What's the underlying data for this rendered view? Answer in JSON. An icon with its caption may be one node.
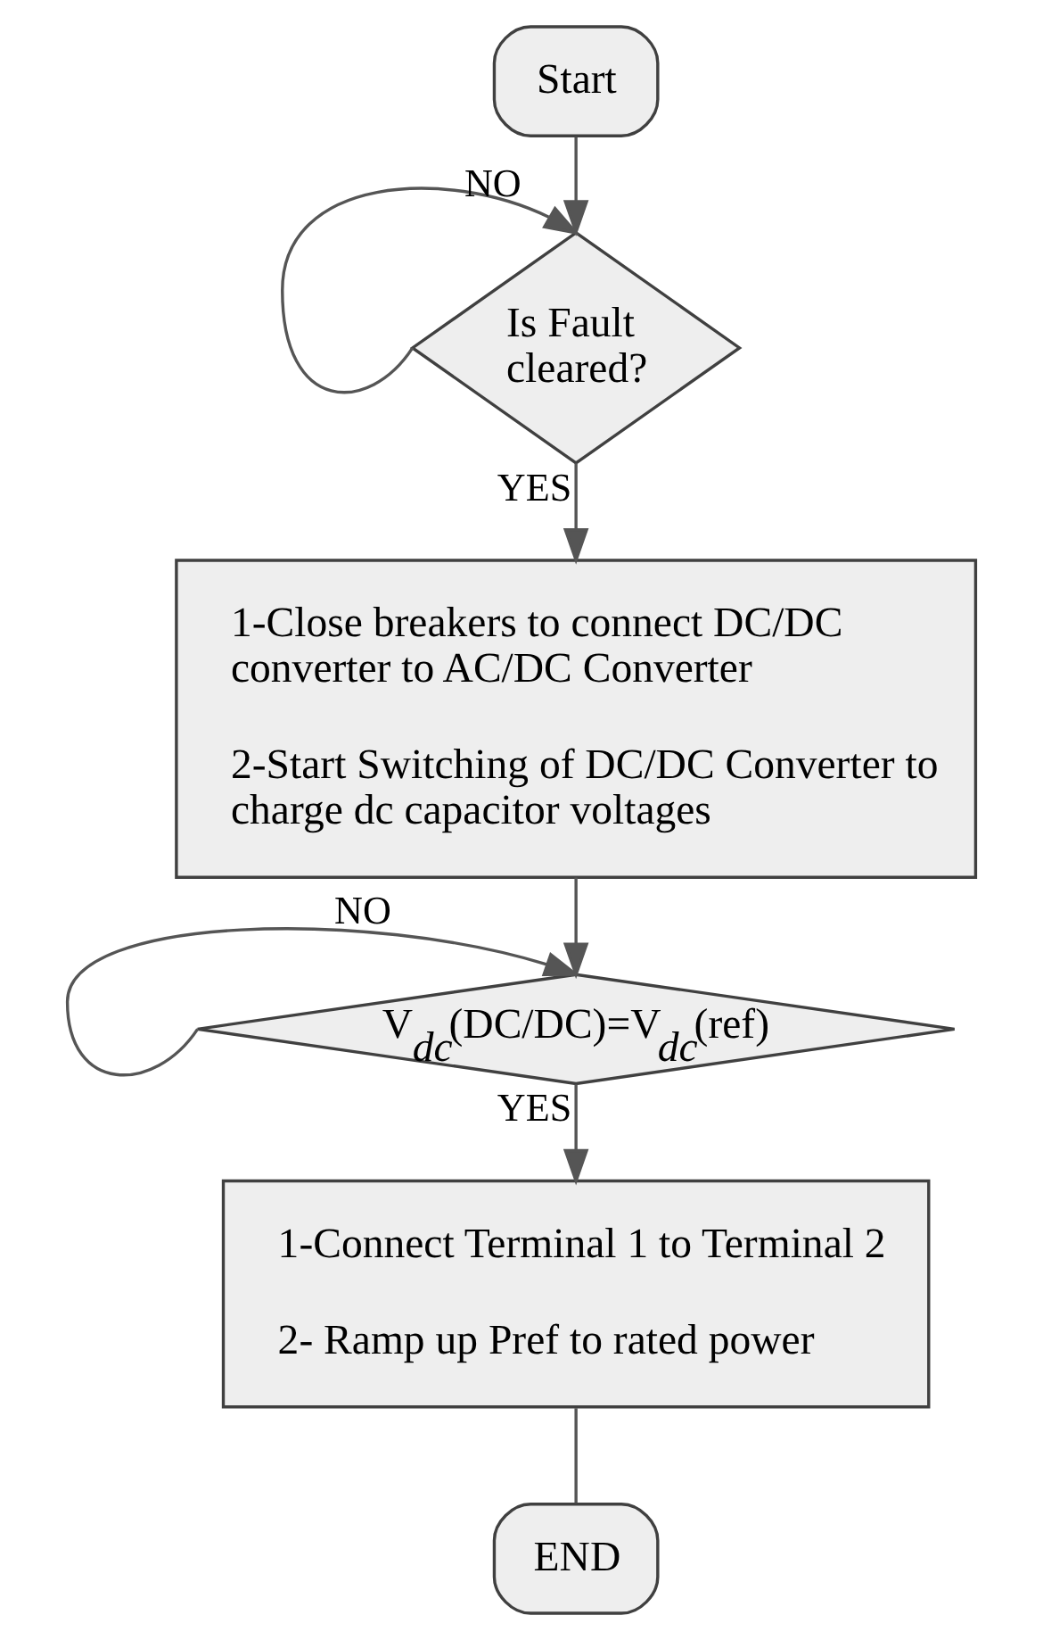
{
  "diagram": {
    "nodes": [
      {
        "text": [
          "Start"
        ]
      },
      {
        "text": [
          "Is Fault cleared?"
        ]
      },
      {
        "text": [
          "1-Close breakers to connect DC/DC converter to AC/DC Converter",
          "2-Start Switching of DC/DC Converter to charge dc capacitor voltages"
        ]
      },
      {
        "text": [
          "V$_{dc}$(DC/DC)=V$_{dc}$(ref)"
        ]
      },
      {
        "text": [
          "1-Connect Terminal 1 to Terminal 2",
          "2- Ramp up Pref to rated power"
        ]
      },
      {
        "text": [
          "END"
        ]
      }
    ],
    "edges": [
      {
        "from": 0,
        "to": 1,
        "arrow": "to"
      },
      {
        "from": 1,
        "to": 1,
        "arrow": "to",
        "label": "NO"
      },
      {
        "from": 1,
        "to": 2,
        "arrow": "to",
        "label": "YES"
      },
      {
        "from": 2,
        "to": 3,
        "arrow": "to"
      },
      {
        "from": 3,
        "to": 3,
        "arrow": "to",
        "label": "NO"
      },
      {
        "from": 3,
        "to": 4,
        "arrow": "to",
        "label": "YES"
      },
      {
        "from": 4,
        "to": 5,
        "arrow": "none"
      }
    ]
  }
}
